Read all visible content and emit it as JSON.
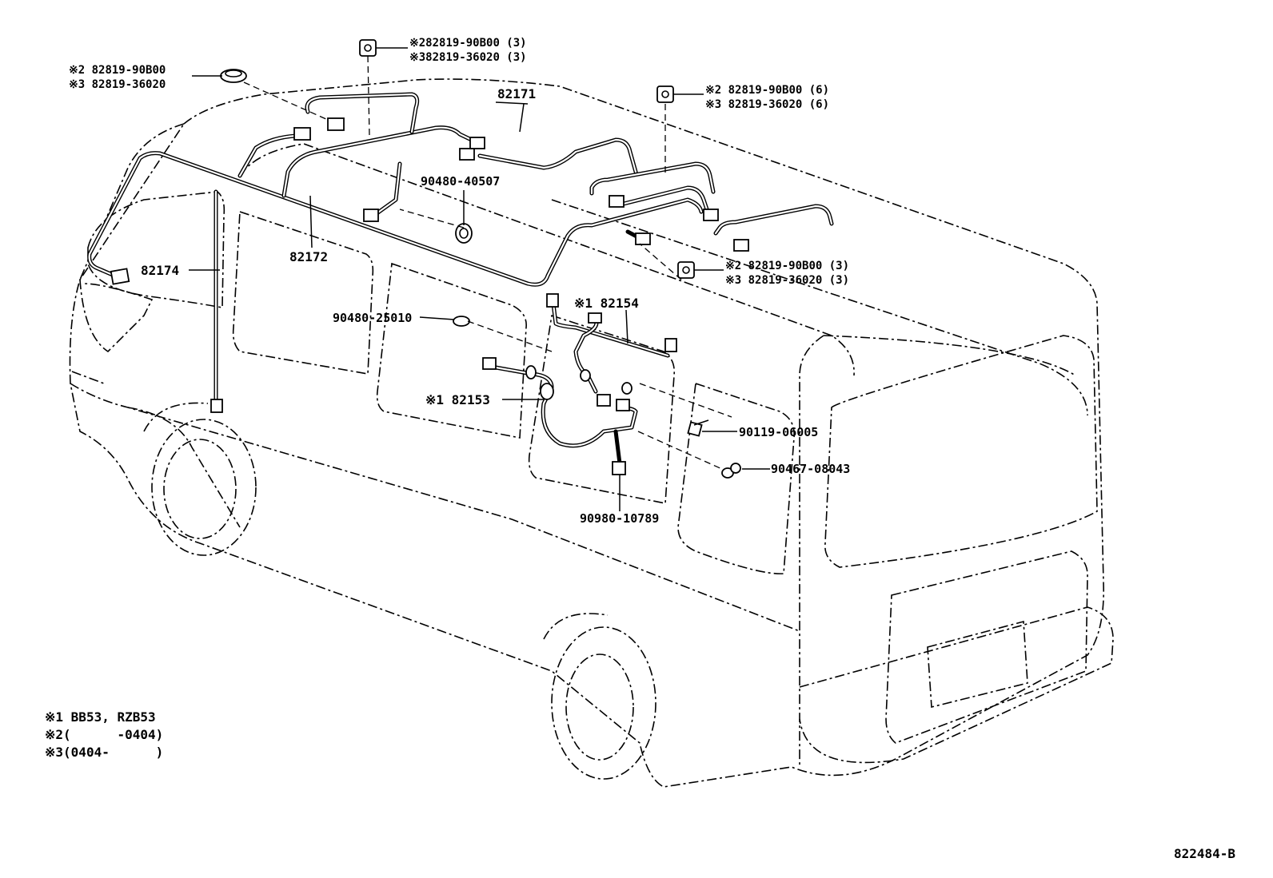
{
  "labels": {
    "grommet_top_center_a": "※282819-90B00 (3)",
    "grommet_top_center_b": "※382819-36020 (3)",
    "grommet_top_left_a": "※2 82819-90B00",
    "grommet_top_left_b": "※3 82819-36020",
    "grommet_top_right_a": "※2 82819-90B00 (6)",
    "grommet_top_right_b": "※3 82819-36020 (6)",
    "grommet_mid_right_a": "※2 82819-90B00 (3)",
    "grommet_mid_right_b": "※3 82819-36020 (3)",
    "harness_roof": "82171",
    "harness_side": "82172",
    "harness_pillar": "82174",
    "grommet_roof": "90480-40507",
    "grommet_side": "90480-25010",
    "harness_rear_upper": "※1 82154",
    "harness_rear_lower": "※1 82153",
    "bolt": "90119-06005",
    "clip": "90467-08043",
    "clamp": "90980-10789",
    "diagram_code": "822484-B"
  },
  "notes": [
    "※1 BB53, RZB53",
    "※2(      -0404)",
    "※3(0404-      )"
  ]
}
